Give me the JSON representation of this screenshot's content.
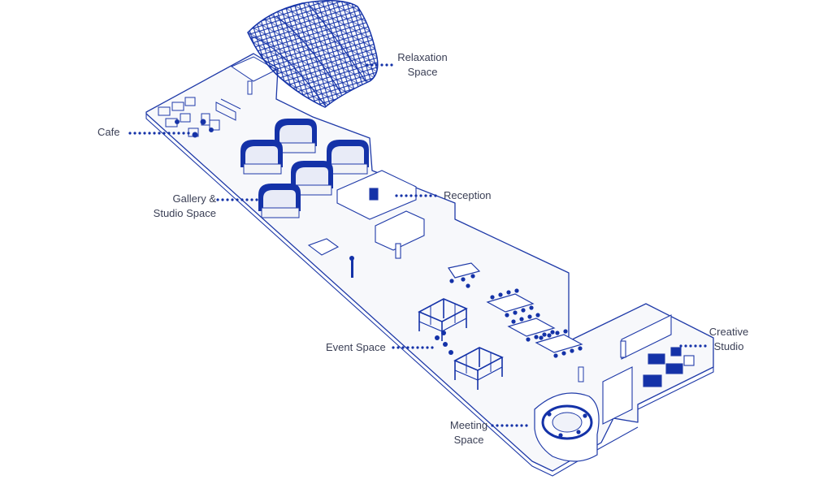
{
  "colors": {
    "accent": "#1432a8",
    "line": "#1f3aa8",
    "floor": "#f7f8fb",
    "label_text": "#3a3f55"
  },
  "labels": {
    "relaxation": {
      "line1": "Relaxation",
      "line2": "Space"
    },
    "cafe": "Cafe",
    "gallery": {
      "line1": "Gallery &",
      "line2": "Studio Space"
    },
    "reception": "Reception",
    "event": "Event Space",
    "creative": {
      "line1": "Creative",
      "line2": "Studio"
    },
    "meeting": {
      "line1": "Meeting",
      "line2": "Space"
    }
  }
}
